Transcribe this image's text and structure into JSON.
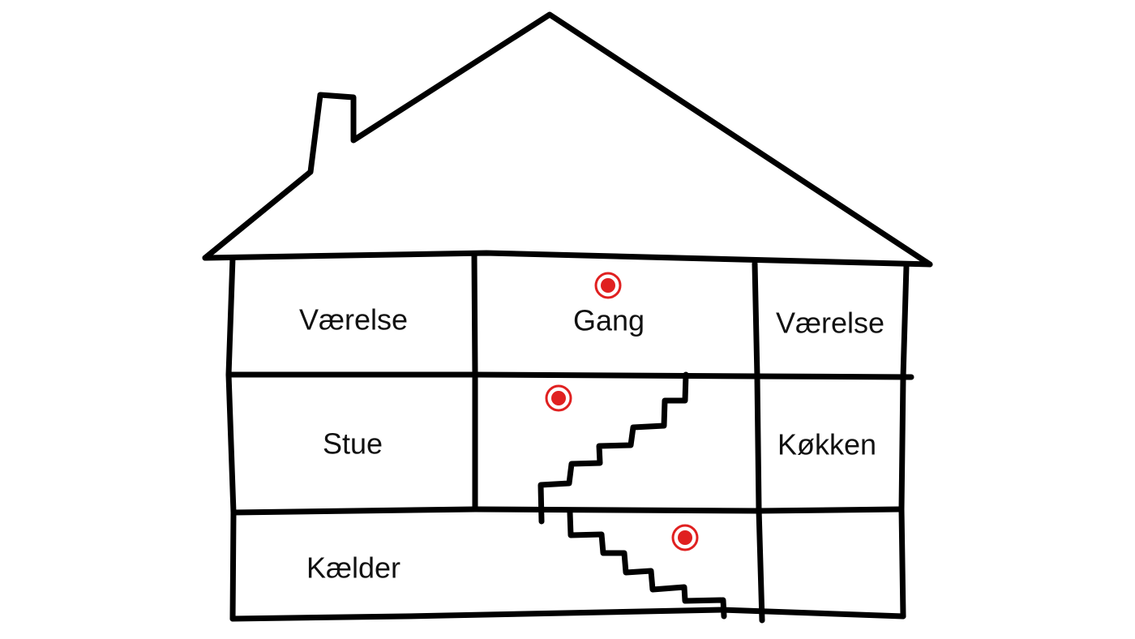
{
  "rooms": [
    {
      "key": "room1",
      "label": "Værelse"
    },
    {
      "key": "hall",
      "label": "Gang"
    },
    {
      "key": "room2",
      "label": "Værelse"
    },
    {
      "key": "living",
      "label": "Stue"
    },
    {
      "key": "kitchen",
      "label": "Køkken"
    },
    {
      "key": "basement",
      "label": "Kælder"
    }
  ],
  "markers": [
    {
      "key": "hall-detector",
      "room": "Gang"
    },
    {
      "key": "stairwell-detector",
      "room": "Stue-floor stairwell"
    },
    {
      "key": "basement-detector",
      "room": "Kælder"
    }
  ],
  "colors": {
    "outline": "#000000",
    "marker": "#e02020",
    "background": "#ffffff"
  }
}
